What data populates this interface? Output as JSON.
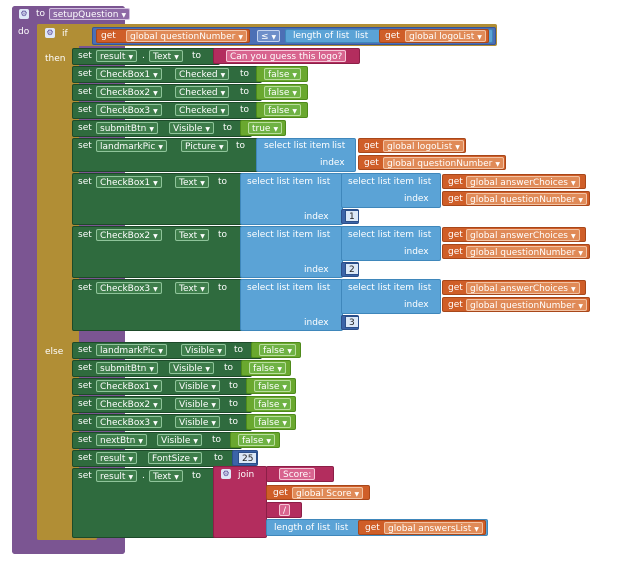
{
  "procedure": {
    "to": "to",
    "name": "setupQuestion",
    "do": "do"
  },
  "if_block": {
    "if": "if",
    "then": "then",
    "else": "else"
  },
  "words": {
    "get": "get",
    "set": "set",
    "to": "to",
    "dot": ".",
    "list": "list",
    "index": "index",
    "select_list_item": "select list item",
    "length_of_list": "length of list",
    "join": "join",
    "compare_op": "≤"
  },
  "vars": {
    "question_number": "global questionNumber",
    "logo_list": "global logoList",
    "answer_choices": "global answerChoices",
    "score": "global Score",
    "answers_list": "global answersList"
  },
  "components": {
    "result": "result",
    "checkbox1": "CheckBox1",
    "checkbox2": "CheckBox2",
    "checkbox3": "CheckBox3",
    "submit_btn": "submitBtn",
    "landmark_pic": "landmarkPic",
    "next_btn": "nextBtn"
  },
  "properties": {
    "text": "Text",
    "checked": "Checked",
    "visible": "Visible",
    "picture": "Picture",
    "font_size": "FontSize"
  },
  "values": {
    "guess_prompt": "Can you guess this logo?",
    "false": "false",
    "true": "true",
    "idx1": "1",
    "idx2": "2",
    "idx3": "3",
    "font_size": "25",
    "score_label": "Score: ",
    "slash": "/"
  }
}
